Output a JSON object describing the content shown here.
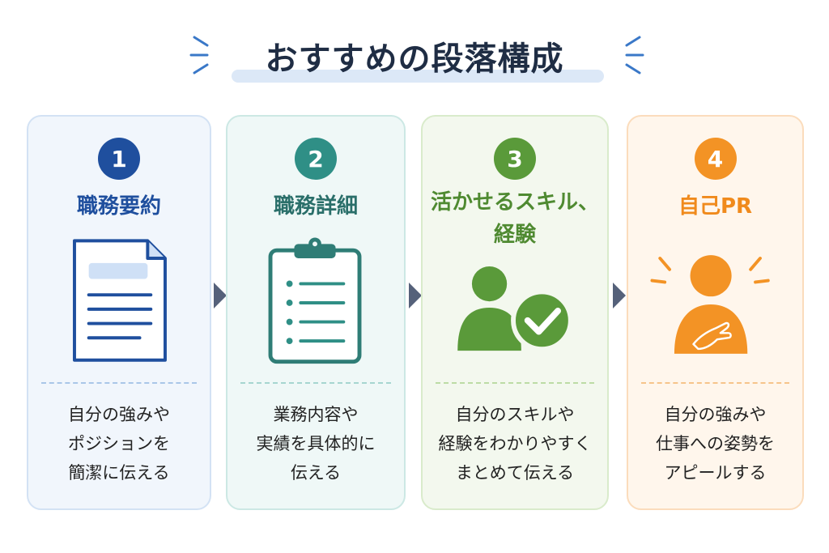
{
  "title": "おすすめの段落構成",
  "colors": {
    "title": "#1f2d44",
    "title_highlight": "#dce8f7",
    "step1": "#1f4f9e",
    "step2": "#2f8f86",
    "step3": "#5a9a3a",
    "step4": "#f39325",
    "arrow": "#55617a"
  },
  "steps": [
    {
      "number": "1",
      "heading": [
        "職務要約"
      ],
      "icon": "document-icon",
      "desc": [
        "自分の強みや",
        "ポジションを",
        "簡潔に伝える"
      ]
    },
    {
      "number": "2",
      "heading": [
        "職務詳細"
      ],
      "icon": "clipboard-icon",
      "desc": [
        "業務内容や",
        "実績を具体的に",
        "伝える"
      ]
    },
    {
      "number": "3",
      "heading": [
        "活かせるスキル、",
        "経験"
      ],
      "icon": "person-check-icon",
      "desc": [
        "自分のスキルや",
        "経験をわかりやすく",
        "まとめて伝える"
      ]
    },
    {
      "number": "4",
      "heading": [
        "自己PR"
      ],
      "icon": "person-appeal-icon",
      "desc": [
        "自分の強みや",
        "仕事への姿勢を",
        "アピールする"
      ]
    }
  ]
}
